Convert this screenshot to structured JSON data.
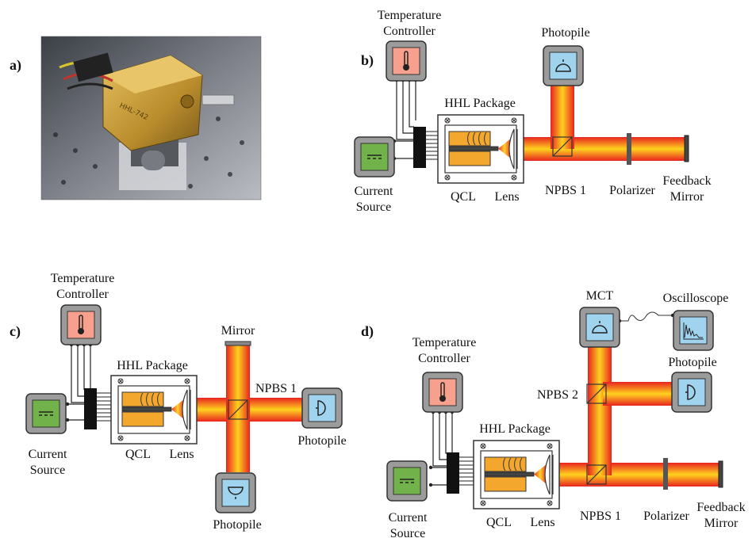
{
  "panels": {
    "a": {
      "label": "a)"
    },
    "b": {
      "label": "b)",
      "temperature_controller": [
        "Temperature",
        "Controller"
      ],
      "photopile": "Photopile",
      "hhl_package": "HHL Package",
      "current_source": [
        "Current",
        "Source"
      ],
      "qcl": "QCL",
      "lens": "Lens",
      "npbs1": "NPBS 1",
      "polarizer": "Polarizer",
      "feedback_mirror": [
        "Feedback",
        "Mirror"
      ]
    },
    "c": {
      "label": "c)",
      "temperature_controller": [
        "Temperature",
        "Controller"
      ],
      "mirror": "Mirror",
      "hhl_package": "HHL Package",
      "npbs1": "NPBS 1",
      "photopile_right": "Photopile",
      "current_source": [
        "Current",
        "Source"
      ],
      "qcl": "QCL",
      "lens": "Lens",
      "photopile_bottom": "Photopile"
    },
    "d": {
      "label": "d)",
      "mct": "MCT",
      "oscilloscope": "Oscilloscope",
      "temperature_controller": [
        "Temperature",
        "Controller"
      ],
      "photopile": "Photopile",
      "npbs2": "NPBS 2",
      "hhl_package": "HHL Package",
      "current_source": [
        "Current",
        "Source"
      ],
      "qcl": "QCL",
      "lens": "Lens",
      "npbs1": "NPBS 1",
      "polarizer": "Polarizer",
      "feedback_mirror": [
        "Feedback",
        "Mirror"
      ]
    }
  },
  "photo": {
    "device_engraving": "HHL-742"
  },
  "colors": {
    "beam_core": "#ffd21f",
    "beam_edge": "#e8231f",
    "instrument_gray": "#9b9b9b",
    "temp_display": "#f7a08d",
    "current_display": "#71b34a",
    "detector_display": "#9fd3ee",
    "qcl_chip": "#f3a72d"
  }
}
